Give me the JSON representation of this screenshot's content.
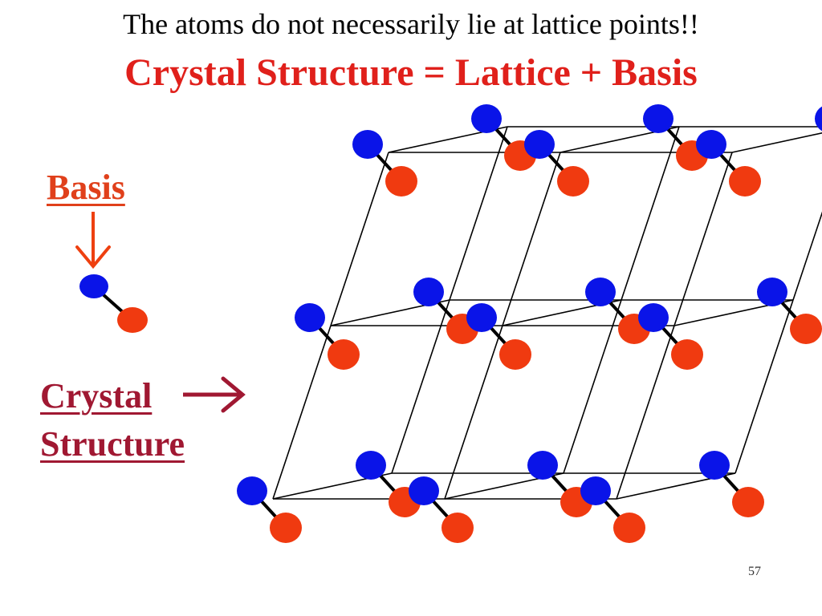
{
  "slide": {
    "subtitle": "The atoms do not necessarily lie at lattice points!!",
    "title": "Crystal Structure = Lattice  + Basis",
    "basis_label": "Basis",
    "crystal_label": "Crystal",
    "structure_label": "Structure",
    "page_number": "57"
  },
  "colors": {
    "title": "#e0201b",
    "basis_label": "#e0401b",
    "structure_label": "#a01832",
    "basis_arrow": "#ee4010",
    "structure_arrow": "#a01832",
    "atom_blue": "#0a14e8",
    "atom_red": "#f03a10",
    "lattice_line": "#000000"
  },
  "diagram": {
    "lattice_rows": 3,
    "lattice_columns": 3,
    "atoms_per_basis": 2
  }
}
